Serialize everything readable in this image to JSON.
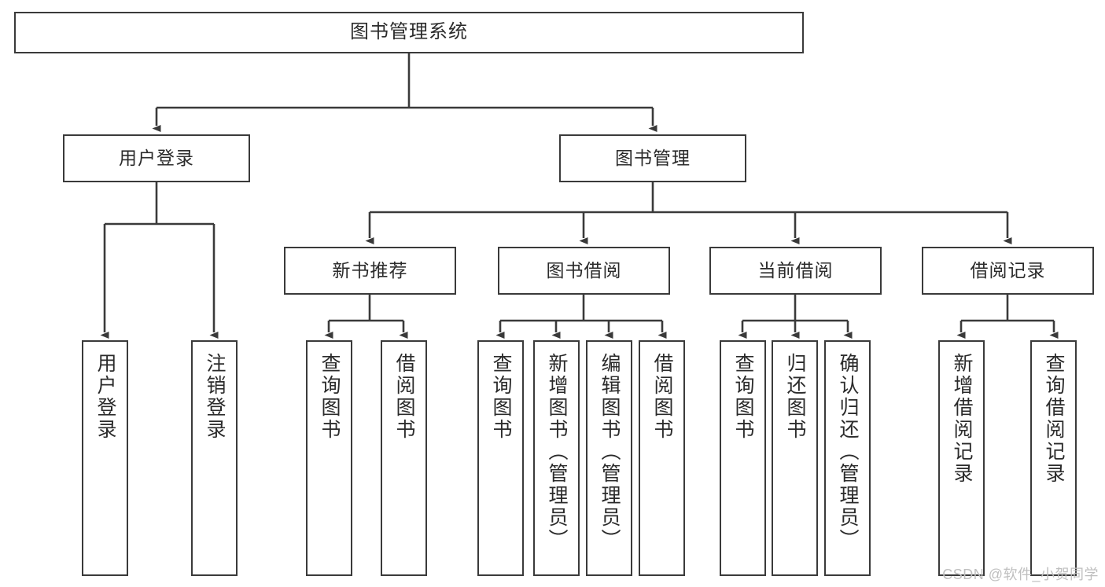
{
  "diagram": {
    "title": "图书管理系统",
    "type": "tree",
    "stroke_color": "#3a3a3a",
    "background_color": "#ffffff",
    "text_color": "#2b2b2b",
    "nodes": {
      "root": {
        "label": "图书管理系统"
      },
      "level2": [
        {
          "id": "user-login",
          "label": "用户登录"
        },
        {
          "id": "book-manage",
          "label": "图书管理"
        }
      ],
      "level3": [
        {
          "id": "new-book-rec",
          "label": "新书推荐"
        },
        {
          "id": "book-borrow",
          "label": "图书借阅"
        },
        {
          "id": "current-borrow",
          "label": "当前借阅"
        },
        {
          "id": "borrow-record",
          "label": "借阅记录"
        }
      ],
      "leaves": {
        "user_login": [
          {
            "id": "leaf-user-login",
            "label": "用户登录"
          },
          {
            "id": "leaf-logout-login",
            "label": "注销登录"
          }
        ],
        "new_book_rec": [
          {
            "id": "leaf-query-book-1",
            "label": "查询图书"
          },
          {
            "id": "leaf-borrow-book-1",
            "label": "借阅图书"
          }
        ],
        "book_borrow": [
          {
            "id": "leaf-query-book-2",
            "label": "查询图书"
          },
          {
            "id": "leaf-add-book",
            "label": "新增图书（管理员）"
          },
          {
            "id": "leaf-edit-book",
            "label": "编辑图书（管理员）"
          },
          {
            "id": "leaf-borrow-book-2",
            "label": "借阅图书"
          }
        ],
        "current_borrow": [
          {
            "id": "leaf-query-book-3",
            "label": "查询图书"
          },
          {
            "id": "leaf-return-book",
            "label": "归还图书"
          },
          {
            "id": "leaf-confirm-return",
            "label": "确认归还（管理员）"
          }
        ],
        "borrow_record": [
          {
            "id": "leaf-add-record",
            "label": "新增借阅记录"
          },
          {
            "id": "leaf-query-record",
            "label": "查询借阅记录"
          }
        ]
      }
    }
  },
  "watermark": {
    "text": "CSDN @软件_小贺同学"
  }
}
